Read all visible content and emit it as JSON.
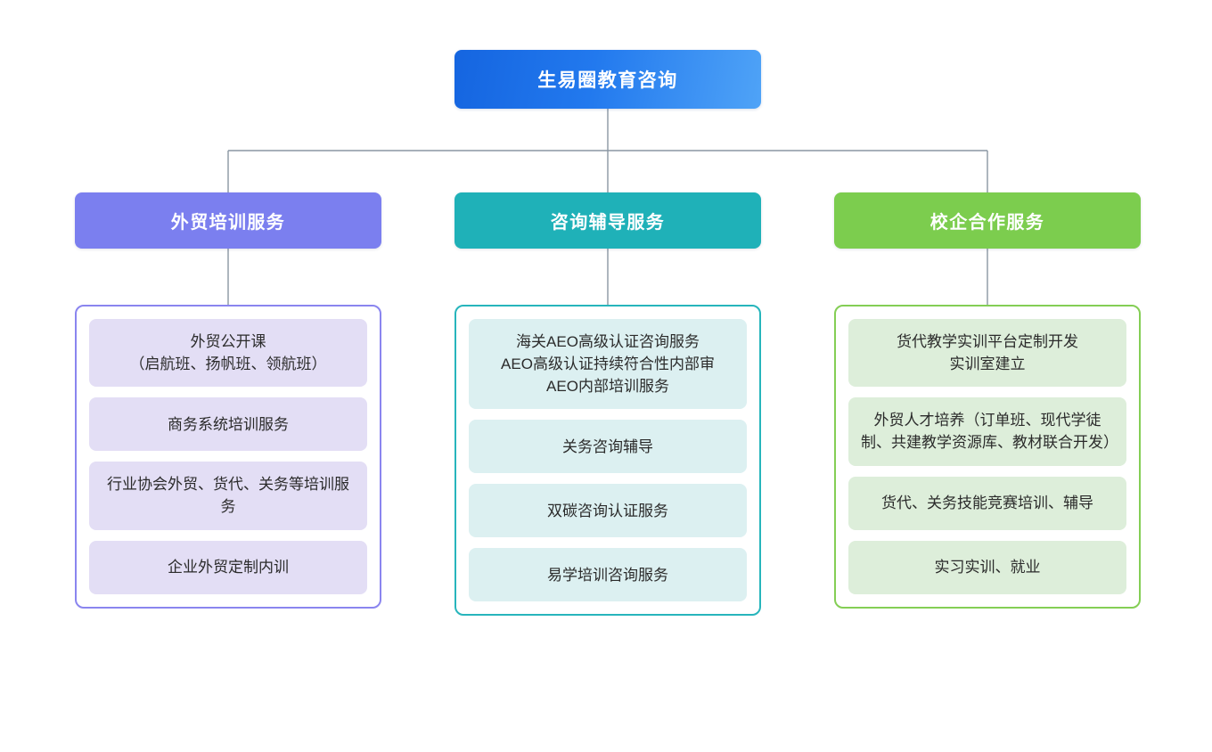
{
  "chart_data": {
    "type": "diagram",
    "subtype": "organization-tree",
    "title": "生易圈教育咨询",
    "orientation": "top-down",
    "levels": 3,
    "colors": {
      "root_gradient_start": "#1565E0",
      "root_gradient_end": "#4FA3F7",
      "branch_purple": "#7B7FEF",
      "branch_teal": "#1FB1B8",
      "branch_green": "#7CCD4E",
      "leaf_purple": "#E3DEF5",
      "leaf_teal": "#DCF0F1",
      "leaf_green": "#DDEEDA",
      "connector_line": "#8A96A3"
    }
  },
  "root": {
    "label": "生易圈教育咨询"
  },
  "branches": [
    {
      "id": "waimao-peixun",
      "label": "外贸培训服务",
      "accent": "#7B7FEF",
      "items": [
        {
          "label": "外贸公开课\n（启航班、扬帆班、领航班）"
        },
        {
          "label": "商务系统培训服务"
        },
        {
          "label": "行业协会外贸、货代、关务等培训服务"
        },
        {
          "label": "企业外贸定制内训"
        }
      ]
    },
    {
      "id": "zixun-fudao",
      "label": "咨询辅导服务",
      "accent": "#1FB1B8",
      "items": [
        {
          "label": "海关AEO高级认证咨询服务\nAEO高级认证持续符合性内部审\nAEO内部培训服务"
        },
        {
          "label": "关务咨询辅导"
        },
        {
          "label": "双碳咨询认证服务"
        },
        {
          "label": "易学培训咨询服务"
        }
      ]
    },
    {
      "id": "xiaoqi-hezuo",
      "label": "校企合作服务",
      "accent": "#7CCD4E",
      "items": [
        {
          "label": "货代教学实训平台定制开发\n实训室建立"
        },
        {
          "label": "外贸人才培养（订单班、现代学徒制、共建教学资源库、教材联合开发）"
        },
        {
          "label": "货代、关务技能竞赛培训、辅导"
        },
        {
          "label": "实习实训、就业"
        }
      ]
    }
  ]
}
